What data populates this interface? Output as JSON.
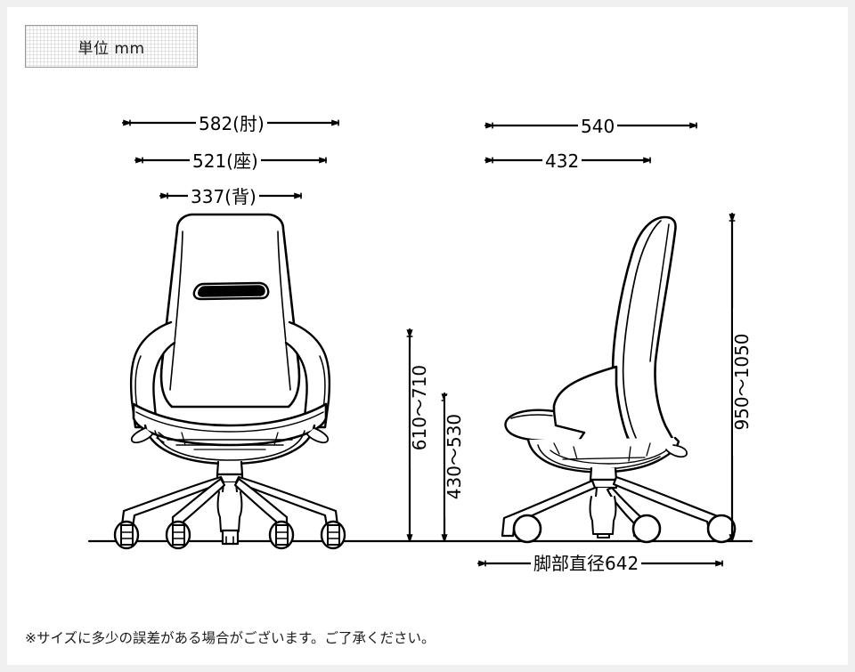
{
  "unit_badge": {
    "label": "単位 mm"
  },
  "footnote": {
    "text": "※サイズに多少の誤差がある場合がございます。ご了承ください。"
  },
  "colors": {
    "page_background": "#f0f0f0",
    "canvas_background": "#ffffff",
    "line": "#000000",
    "grid": "#e2e2e2",
    "badge_border": "#9a9a9a"
  },
  "views": {
    "front": {
      "name": "front-view-chair"
    },
    "side": {
      "name": "side-view-chair"
    }
  },
  "dimensions": {
    "front_width_elbow": {
      "value": "582(肘)",
      "orientation": "horizontal"
    },
    "front_width_seat": {
      "value": "521(座)",
      "orientation": "horizontal"
    },
    "front_width_back": {
      "value": "337(背)",
      "orientation": "horizontal"
    },
    "side_depth_outer": {
      "value": "540",
      "orientation": "horizontal"
    },
    "side_depth_inner": {
      "value": "432",
      "orientation": "horizontal"
    },
    "seat_height_range": {
      "value": "610〜710",
      "orientation": "vertical"
    },
    "seat_height_low_range": {
      "value": "430〜530",
      "orientation": "vertical"
    },
    "overall_height_range": {
      "value": "950〜1050",
      "orientation": "vertical"
    },
    "base_diameter": {
      "value": "脚部直径642",
      "orientation": "horizontal"
    }
  }
}
